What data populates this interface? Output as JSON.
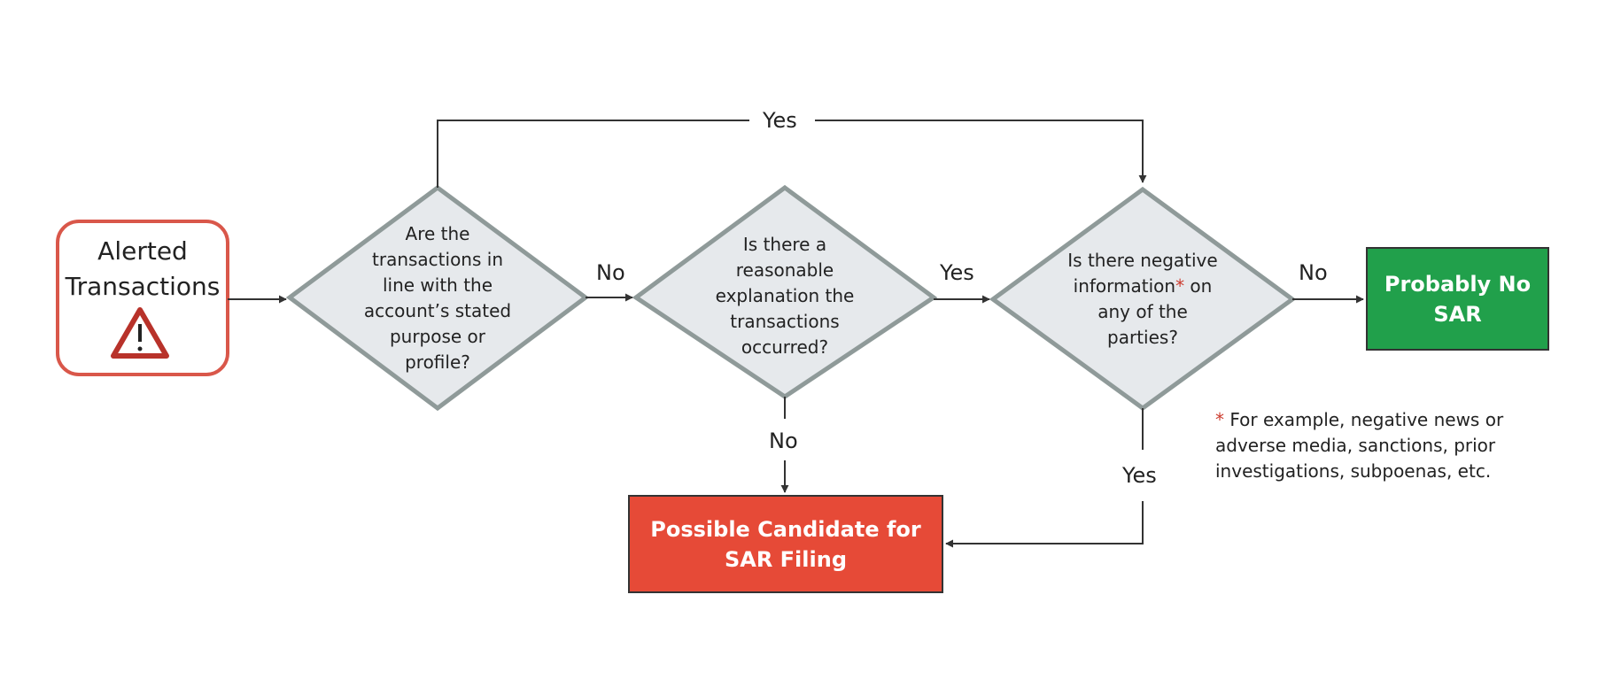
{
  "nodes": {
    "start": {
      "label_line1": "Alerted",
      "label_line2": "Transactions",
      "icon": "warning-triangle-icon"
    },
    "decision1": {
      "lines": [
        "Are the",
        "transactions in",
        "line with the",
        "account’s stated",
        "purpose or",
        "profile?"
      ]
    },
    "decision2": {
      "lines": [
        "Is there a",
        "reasonable",
        "explanation the",
        "transactions",
        "occurred?"
      ]
    },
    "decision3": {
      "line1": "Is there negative",
      "line2_text": "information",
      "line2_asterisk": "*",
      "line2_suffix": " on",
      "line3": "any of the",
      "line4": "parties?"
    },
    "outcome_no_sar": {
      "line1": "Probably No",
      "line2": "SAR"
    },
    "outcome_sar": {
      "line1": "Possible Candidate for",
      "line2": "SAR Filing"
    }
  },
  "edge_labels": {
    "top_yes": "Yes",
    "d1_no": "No",
    "d2_yes": "Yes",
    "d3_no": "No",
    "d2_no": "No",
    "d3_yes": "Yes"
  },
  "footnote": {
    "asterisk": "*",
    "text": " For example, negative news or adverse media, sanctions, prior investigations, subpoenas, etc."
  },
  "colors": {
    "start_border": "#d9574a",
    "diamond_fill": "#e6e9ec",
    "diamond_border": "#8f9a99",
    "no_sar_fill": "#21a04b",
    "sar_fill": "#e64a37",
    "warning_red": "#b8322a",
    "connector": "#333333"
  }
}
